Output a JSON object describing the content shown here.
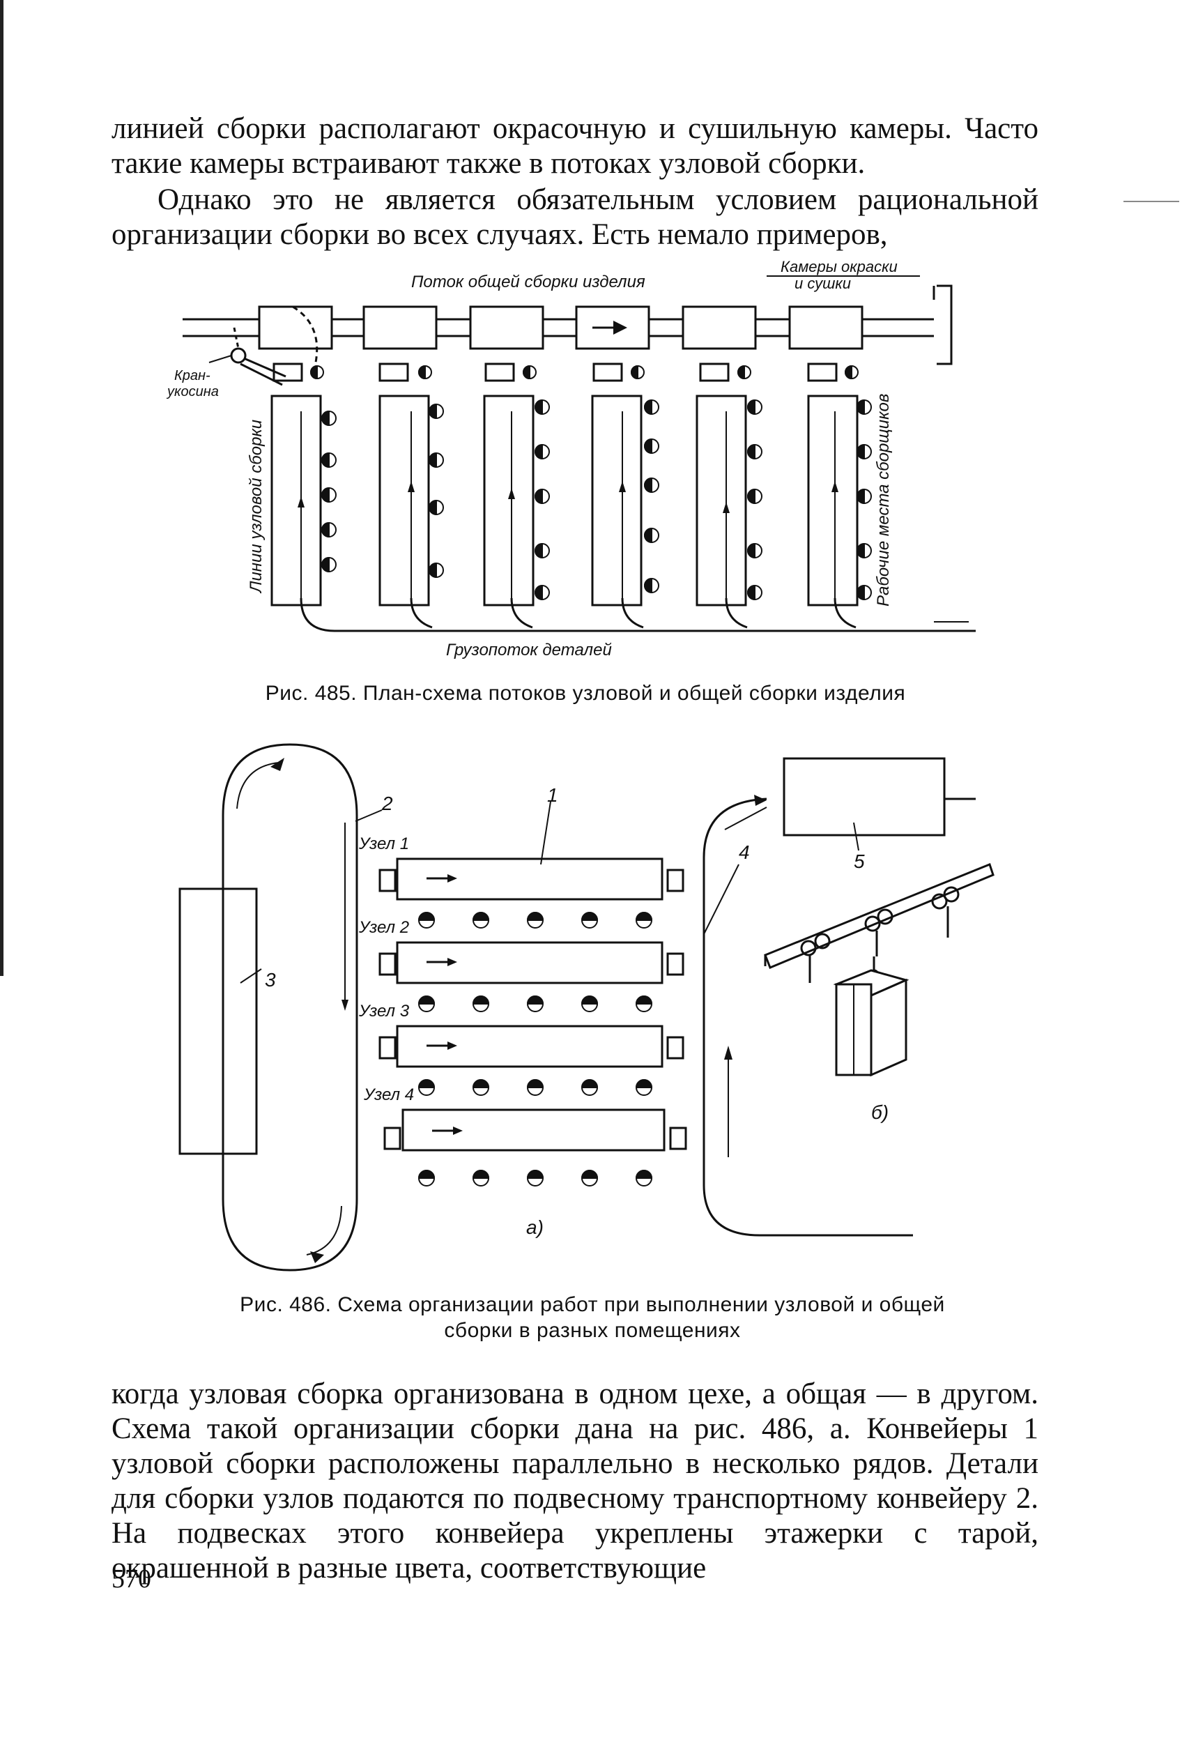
{
  "text": {
    "para1": "линией сборки располагают окрасочную и сушильную камеры. Часто такие камеры встраивают также в потоках узловой сборки.",
    "para2": "Однако это не является обязательным условием рациональной организации сборки во всех случаях. Есть немало примеров,",
    "para3": "когда узловая сборка организована в одном цехе, а общая — в другом. Схема такой организации сборки дана на рис. 486, а. Конвейеры 1 узловой сборки расположены параллельно в несколько рядов. Детали для сборки узлов подаются по подвесному транспортному конвейеру 2. На подвесках этого конвейера укреплены этажерки с тарой, окрашенной в разные цвета, соответствующие",
    "page_number": "570"
  },
  "fig485": {
    "caption": "Рис. 485. План-схема потоков узловой и общей сборки изделия",
    "label_flow_general": "Поток общей сборки изделия",
    "label_chambers_1": "Камеры окраски",
    "label_chambers_2": "и сушки",
    "label_crane_1": "Кран-",
    "label_crane_2": "укосина",
    "label_lines": "Линии узловой сборки",
    "label_workplaces": "Рабочие места сборщиков",
    "label_cargo": "Грузопоток деталей"
  },
  "fig486": {
    "caption_line1": "Рис. 486. Схема организации работ при выполнении узловой и общей",
    "caption_line2": "сборки в разных помещениях",
    "node_labels": [
      "Узел 1",
      "Узел 2",
      "Узел 3",
      "Узел 4"
    ],
    "num_1": "1",
    "num_2": "2",
    "num_3": "3",
    "num_4": "4",
    "num_5": "5",
    "sub_a": "а)",
    "sub_b": "б)"
  }
}
